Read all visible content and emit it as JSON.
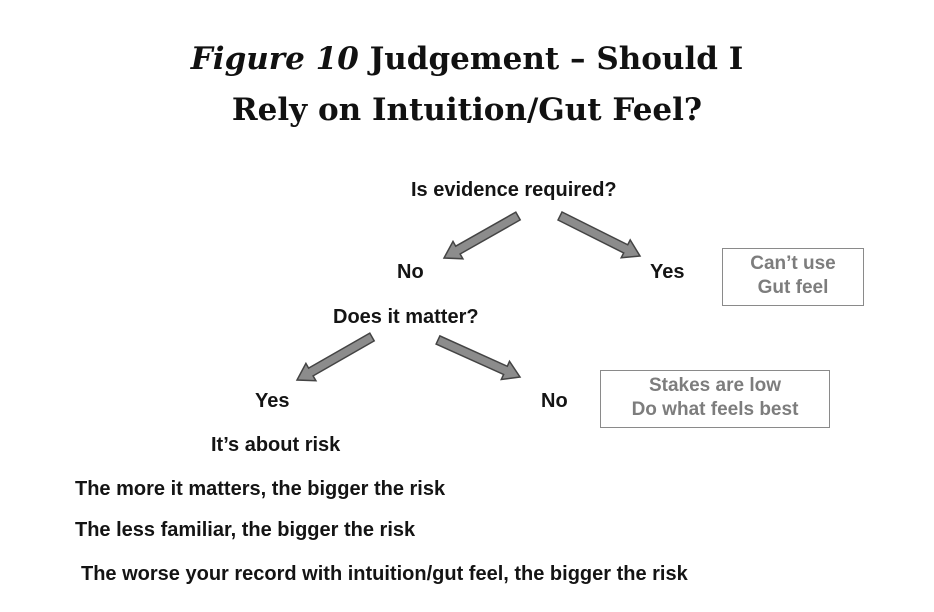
{
  "title": {
    "figure_label": "Figure 10",
    "line1_rest": "Judgement – Should I",
    "line2": "Rely on Intuition/Gut Feel?"
  },
  "diagram": {
    "q1": "Is evidence required?",
    "q1_no": "No",
    "q1_yes": "Yes",
    "q1_yes_box": [
      "Can’t use",
      "Gut feel"
    ],
    "q2": "Does it matter?",
    "q2_yes": "Yes",
    "q2_no": "No",
    "q2_no_box": [
      "Stakes are low",
      "Do what feels best"
    ],
    "risk_heading": "It’s about risk",
    "risk_points": [
      "The more it matters, the bigger the risk",
      "The less familiar, the bigger the risk",
      "The worse your record with intuition/gut feel, the bigger the risk"
    ]
  },
  "colors": {
    "arrow_fill": "#8c8c8c",
    "arrow_stroke": "#444444",
    "box_border": "#8a8a8a",
    "box_text": "#7d7d7d",
    "text": "#141414"
  }
}
